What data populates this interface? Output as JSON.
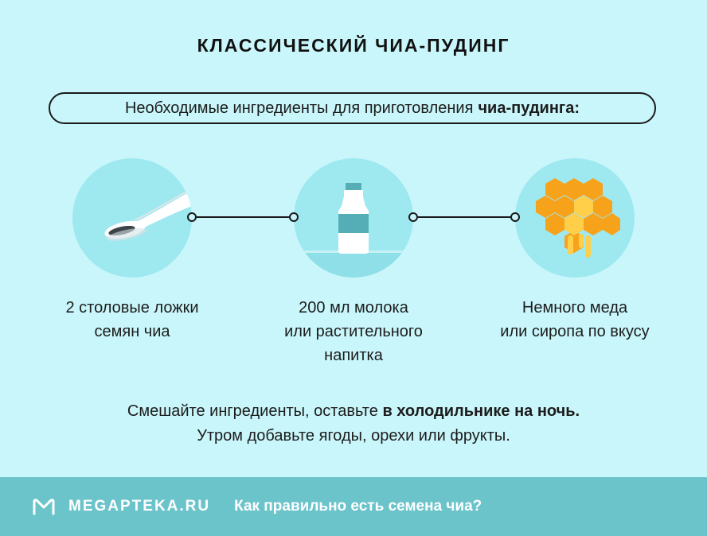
{
  "title": "КЛАССИЧЕСКИЙ ЧИА-ПУДИНГ",
  "intro": {
    "text": "Необходимые ингредиенты для приготовления",
    "bold": "чиа-пудинга:"
  },
  "ingredients": [
    {
      "icon": "spoon-icon",
      "lines": [
        "2 столовые ложки",
        "семян чиа"
      ]
    },
    {
      "icon": "bottle-icon",
      "lines": [
        "200 мл молока",
        "или растительного",
        "напитка"
      ]
    },
    {
      "icon": "honeycomb-icon",
      "lines": [
        "Немного меда",
        "или сиропа по вкусу"
      ]
    }
  ],
  "instructions": {
    "line1_text": "Смешайте ингредиенты, оставьте",
    "line1_bold": "в холодильнике на ночь.",
    "line2": "Утром добавьте ягоды, орехи или фрукты."
  },
  "footer": {
    "brand": "MEGAPTEKA.RU",
    "subtitle": "Как правильно есть семена чиа?"
  },
  "colors": {
    "background": "#c9f6fa",
    "circle": "#9ee8f0",
    "footer": "#6cc4cb",
    "honey": "#f7a21b"
  }
}
